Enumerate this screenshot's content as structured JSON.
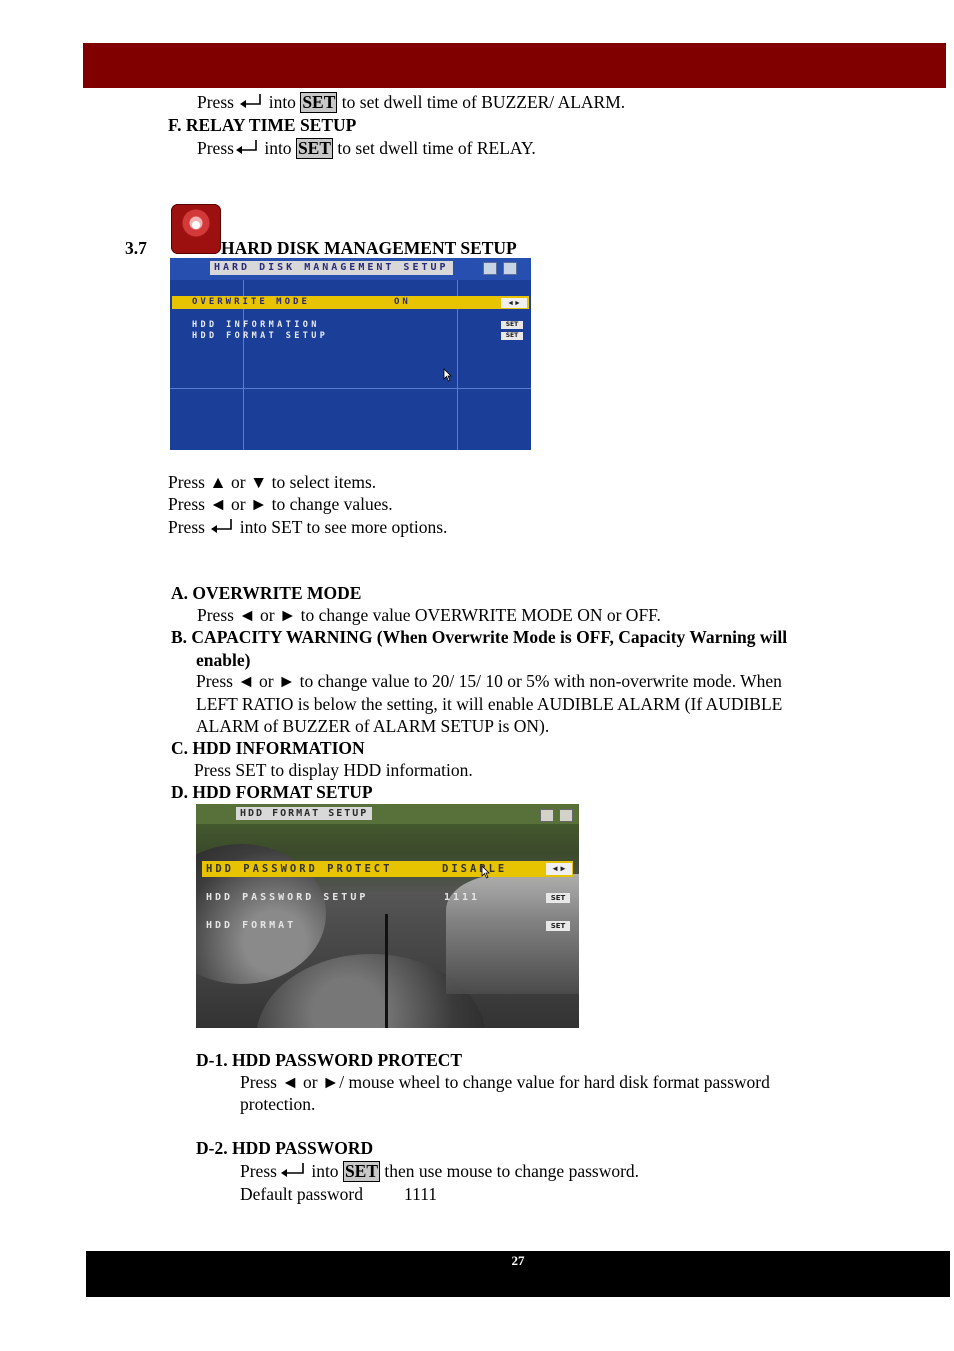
{
  "header_band": {
    "color": "#800000"
  },
  "footer_band": {
    "color": "#000000",
    "page_number": "27"
  },
  "buzzer_line": {
    "press": "Press",
    "into": "into",
    "set": "SET",
    "rest": "to set dwell time of BUZZER/ ALARM."
  },
  "relay": {
    "heading": "F.   RELAY TIME SETUP",
    "press": "Press",
    "into": "into",
    "set": "SET",
    "rest": "to set dwell time of RELAY."
  },
  "section": {
    "number": "3.7",
    "title": "HARD DISK MANAGEMENT SETUP"
  },
  "osd_menu": {
    "title": "HARD DISK MANAGEMENT SETUP",
    "rows": [
      {
        "label": "OVERWRITE MODE",
        "value": "ON",
        "control": "arrows"
      },
      {
        "label": "HDD INFORMATION",
        "control": "SET"
      },
      {
        "label": "HDD FORMAT SETUP",
        "control": "SET"
      }
    ]
  },
  "instructions": {
    "line1": "Press ▲ or ▼ to select items.",
    "line2": "Press ◄ or ► to change values.",
    "line3_press": "Press",
    "line3_rest": "into SET to see more options."
  },
  "items": {
    "a_head": "A. OVERWRITE MODE",
    "a_text": "Press ◄ or ► to change value OVERWRITE MODE ON or OFF.",
    "b_head_1": "B. CAPACITY WARNING (When Overwrite Mode is OFF, Capacity Warning will",
    "b_head_2": "enable)",
    "b_text_1": "Press ◄ or ► to change value to 20/ 15/ 10 or 5% with non-overwrite mode. When",
    "b_text_2": "LEFT RATIO is below the setting, it will enable AUDIBLE ALARM (If AUDIBLE",
    "b_text_3": "ALARM of BUZZER of ALARM SETUP is ON).",
    "c_head": "C. HDD INFORMATION",
    "c_text": "Press SET to display HDD information.",
    "d_head": "D. HDD FORMAT SETUP"
  },
  "osd_format": {
    "title": "HDD FORMAT SETUP",
    "rows": [
      {
        "label": "HDD PASSWORD PROTECT",
        "value": "DISABLE",
        "control": "arrows"
      },
      {
        "label": "HDD PASSWORD SETUP",
        "value": "1111",
        "control": "SET"
      },
      {
        "label": "HDD FORMAT",
        "control": "SET"
      }
    ]
  },
  "d1": {
    "head": "D-1. HDD PASSWORD PROTECT",
    "text_1": "Press ◄ or ►/ mouse wheel to change value for hard disk format password",
    "text_2": "protection."
  },
  "d2": {
    "head": "D-2. HDD PASSWORD",
    "press": "Press",
    "into": "into",
    "set": "SET",
    "rest": "then use mouse to change password.",
    "default_label": "Default password",
    "default_value": "1111"
  }
}
